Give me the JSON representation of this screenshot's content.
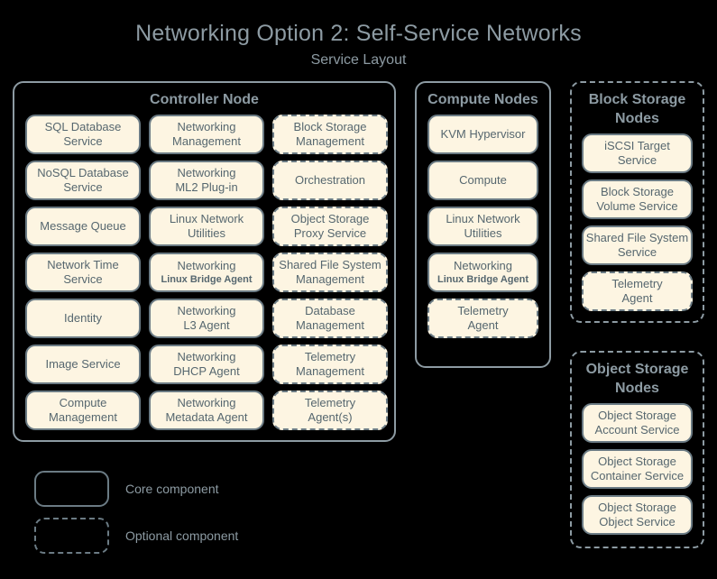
{
  "title": {
    "main": "Networking Option 2: Self-Service Networks",
    "sub": "Service Layout"
  },
  "colors": {
    "background": "#000000",
    "container_border": "#8d9ba3",
    "chip_fill": "#fdf5e2",
    "chip_border": "#6b7b84",
    "chip_text": "#56676f",
    "title_text": "#8d9ba3"
  },
  "controller_node": {
    "title": "Controller Node",
    "optional": false,
    "services": [
      {
        "line1": "SQL Database",
        "line2": "Service",
        "optional": false
      },
      {
        "line1": "Networking",
        "line2": "Management",
        "optional": false
      },
      {
        "line1": "Block Storage",
        "line2": "Management",
        "optional": true
      },
      {
        "line1": "NoSQL Database",
        "line2": "Service",
        "optional": false
      },
      {
        "line1": "Networking",
        "line2": "ML2 Plug-in",
        "optional": false
      },
      {
        "line1": "Orchestration",
        "line2": "",
        "optional": true
      },
      {
        "line1": "Message Queue",
        "line2": "",
        "optional": false
      },
      {
        "line1": "Linux Network",
        "line2": "Utilities",
        "optional": false
      },
      {
        "line1": "Object Storage",
        "line2": "Proxy Service",
        "optional": true
      },
      {
        "line1": "Network Time",
        "line2": "Service",
        "optional": false
      },
      {
        "line1": "Networking",
        "line2": "Linux Bridge Agent",
        "optional": false,
        "small_second": true
      },
      {
        "line1": "Shared File System",
        "line2": "Management",
        "optional": true
      },
      {
        "line1": "Identity",
        "line2": "",
        "optional": false
      },
      {
        "line1": "Networking",
        "line2": "L3 Agent",
        "optional": false
      },
      {
        "line1": "Database",
        "line2": "Management",
        "optional": true
      },
      {
        "line1": "Image Service",
        "line2": "",
        "optional": false
      },
      {
        "line1": "Networking",
        "line2": "DHCP Agent",
        "optional": false
      },
      {
        "line1": "Telemetry",
        "line2": "Management",
        "optional": true
      },
      {
        "line1": "Compute",
        "line2": "Management",
        "optional": false
      },
      {
        "line1": "Networking",
        "line2": "Metadata Agent",
        "optional": false
      },
      {
        "line1": "Telemetry",
        "line2": "Agent(s)",
        "optional": true
      }
    ]
  },
  "compute_nodes": {
    "title": "Compute Nodes",
    "optional": false,
    "services": [
      {
        "line1": "KVM Hypervisor",
        "line2": "",
        "optional": false
      },
      {
        "line1": "Compute",
        "line2": "",
        "optional": false
      },
      {
        "line1": "Linux Network",
        "line2": "Utilities",
        "optional": false
      },
      {
        "line1": "Networking",
        "line2": "Linux Bridge Agent",
        "optional": false,
        "small_second": true
      },
      {
        "line1": "Telemetry",
        "line2": "Agent",
        "optional": true
      }
    ]
  },
  "block_storage_nodes": {
    "title": "Block Storage Nodes",
    "optional": true,
    "services": [
      {
        "line1": "iSCSI Target",
        "line2": "Service",
        "optional": false
      },
      {
        "line1": "Block Storage",
        "line2": "Volume Service",
        "optional": false
      },
      {
        "line1": "Shared File System",
        "line2": "Service",
        "optional": false
      },
      {
        "line1": "Telemetry",
        "line2": "Agent",
        "optional": true
      }
    ]
  },
  "object_storage_nodes": {
    "title": "Object Storage Nodes",
    "optional": true,
    "services": [
      {
        "line1": "Object Storage",
        "line2": "Account Service",
        "optional": false
      },
      {
        "line1": "Object Storage",
        "line2": "Container Service",
        "optional": false
      },
      {
        "line1": "Object Storage",
        "line2": "Object Service",
        "optional": false
      }
    ]
  },
  "legend": [
    {
      "label": "Core component",
      "style": "solid"
    },
    {
      "label": "Optional component",
      "style": "dashed"
    }
  ]
}
